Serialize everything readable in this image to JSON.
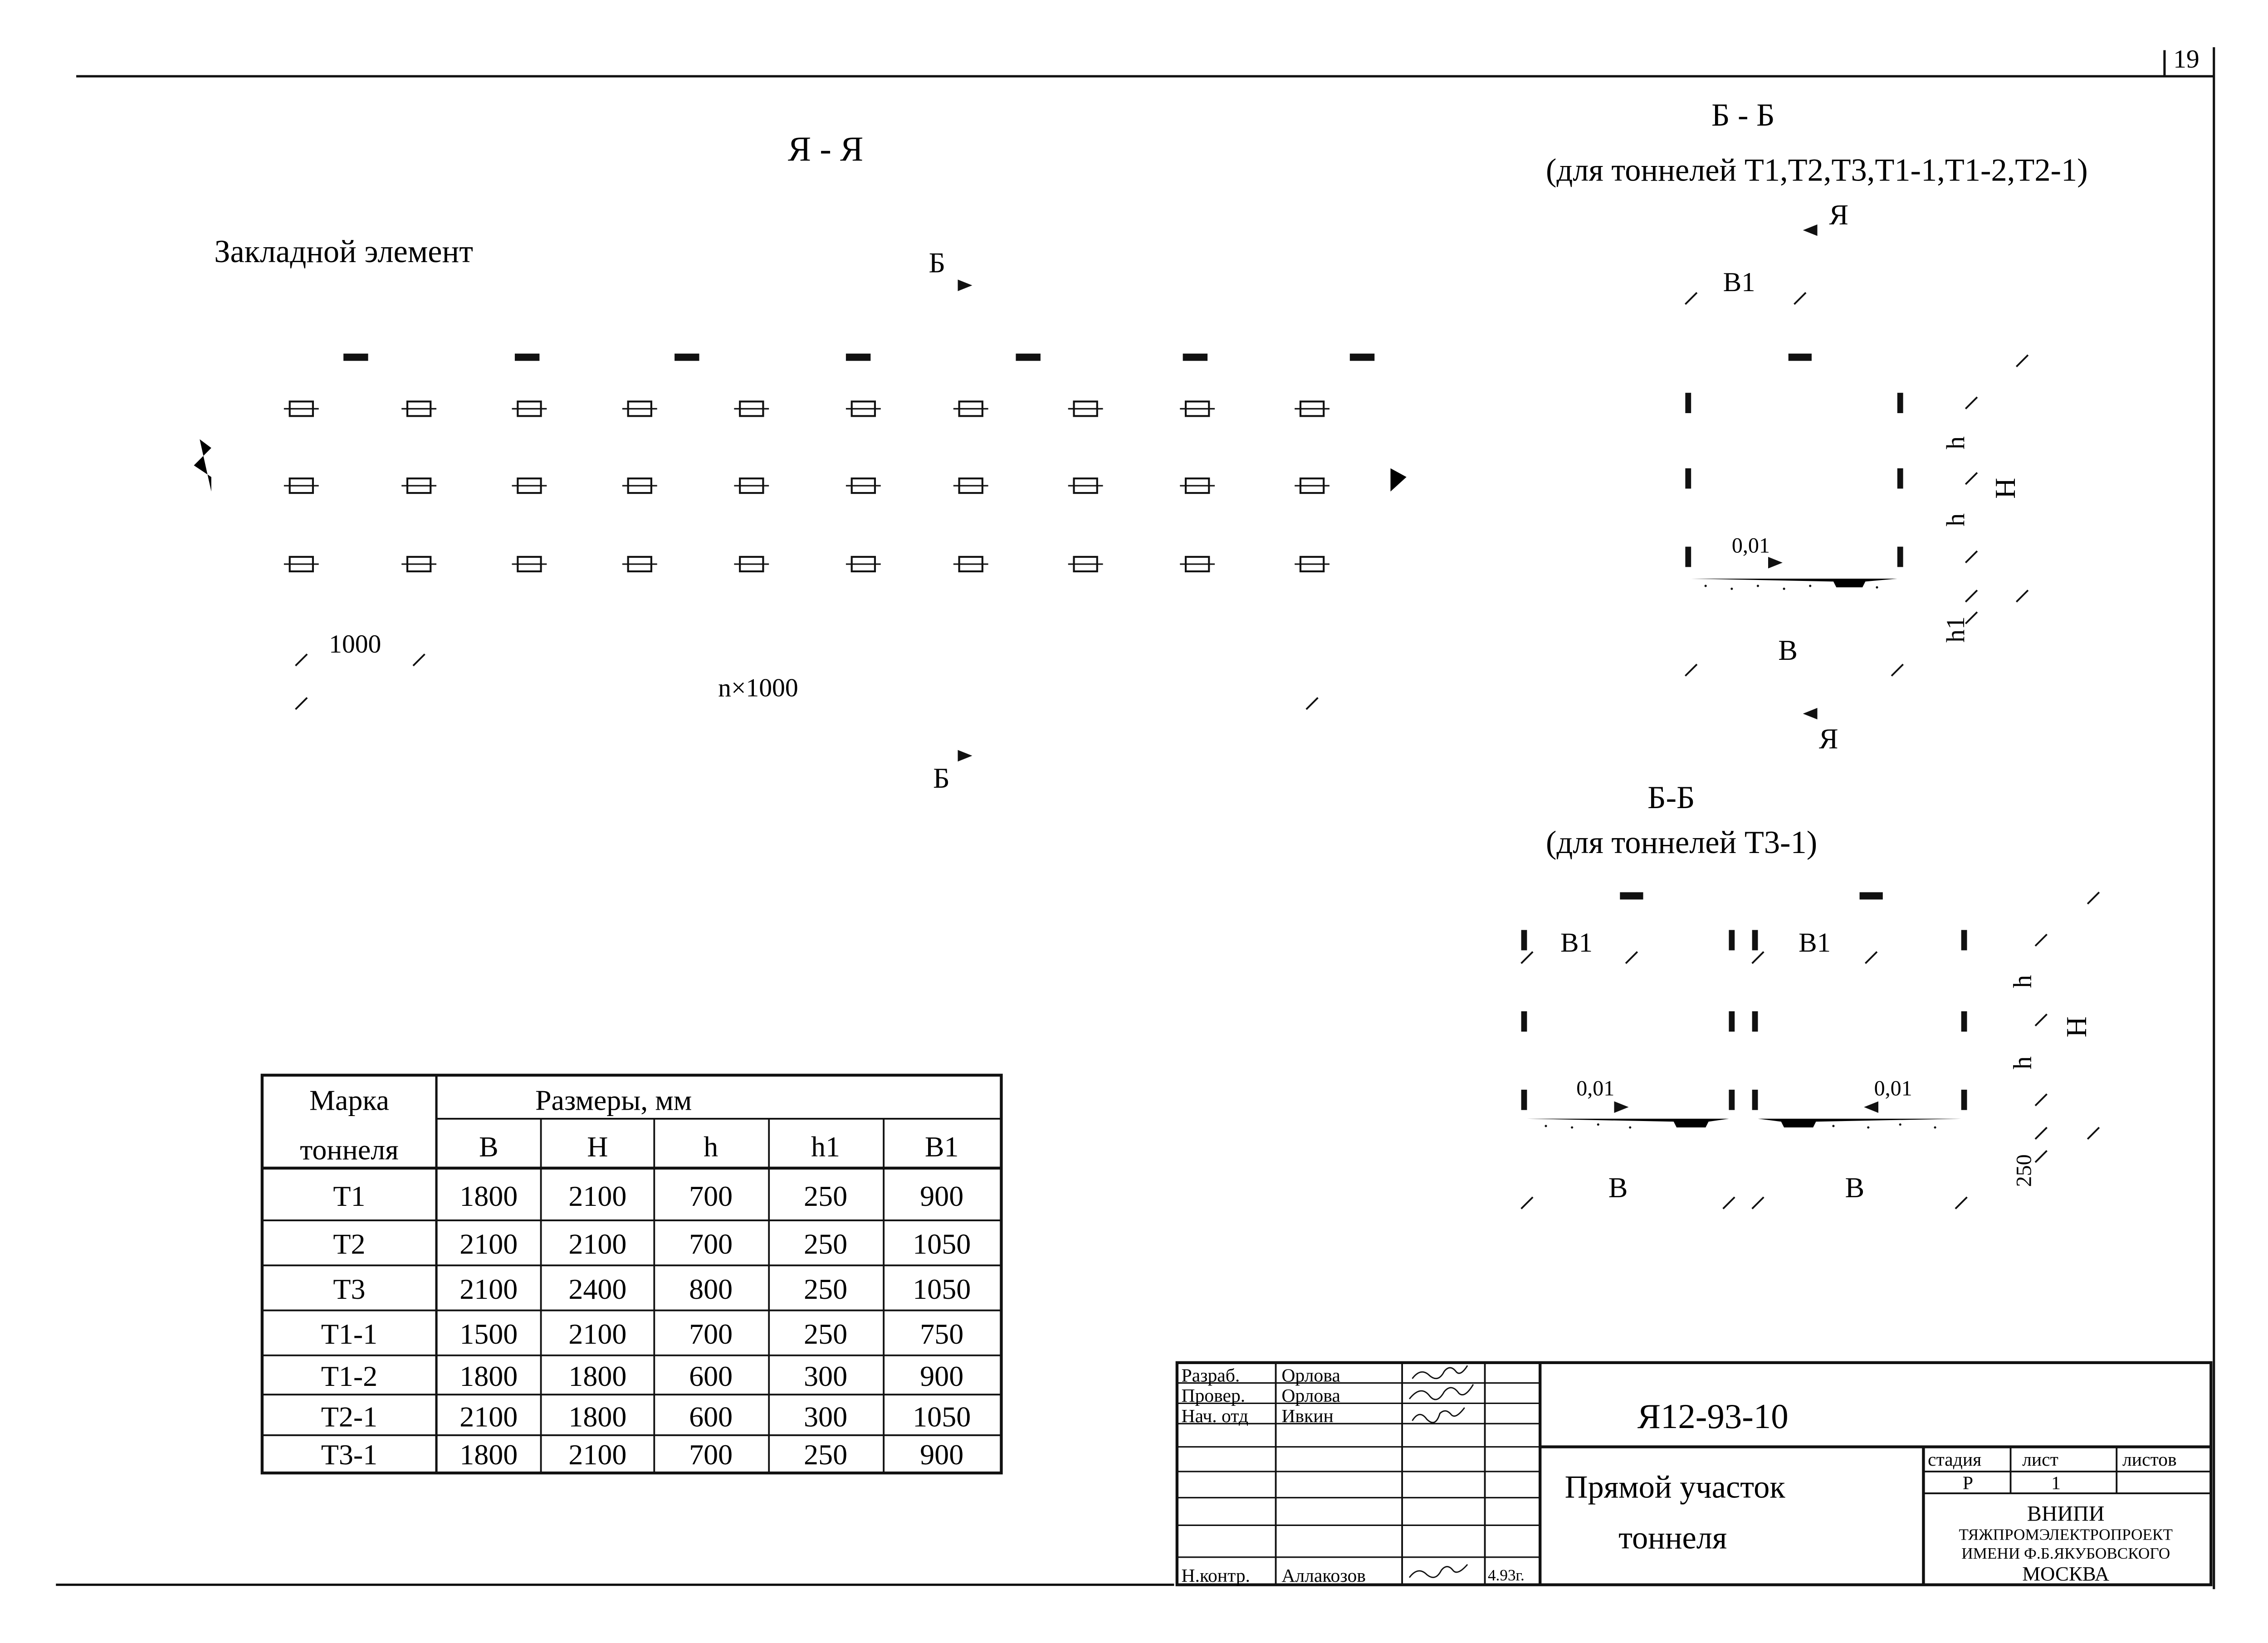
{
  "page": {
    "number": "19"
  },
  "section_aa": {
    "title": "Я - Я",
    "embedded_label": "Закладной элемент",
    "cut_top": "Б",
    "cut_bottom": "Б",
    "dim_step": "1000",
    "dim_total": "n×1000"
  },
  "section_bb1": {
    "title": "Б - Б",
    "subtitle": "(для тоннелей Т1,Т2,Т3,Т1-1,Т1-2,Т2-1)",
    "cut_mark": "Я",
    "dims": {
      "b1": "В1",
      "b": "В",
      "h": "h",
      "big_h": "Н",
      "h1": "h1"
    },
    "slope": "0,01"
  },
  "section_bb2": {
    "title": "Б-Б",
    "subtitle": "(для тоннелей Т3-1)",
    "dims": {
      "b1": "В1",
      "b": "В",
      "h": "h",
      "big_h": "Н",
      "h1_value": "250"
    },
    "slope": "0,01"
  },
  "table": {
    "col1_header_l1": "Марка",
    "col1_header_l2": "тоннеля",
    "group_header": "Размеры, мм",
    "columns": [
      "В",
      "Н",
      "h",
      "h1",
      "В1"
    ],
    "rows": [
      [
        "Т1",
        "1800",
        "2100",
        "700",
        "250",
        "900"
      ],
      [
        "Т2",
        "2100",
        "2100",
        "700",
        "250",
        "1050"
      ],
      [
        "Т3",
        "2100",
        "2400",
        "800",
        "250",
        "1050"
      ],
      [
        "Т1-1",
        "1500",
        "2100",
        "700",
        "250",
        "750"
      ],
      [
        "Т1-2",
        "1800",
        "1800",
        "600",
        "300",
        "900"
      ],
      [
        "Т2-1",
        "2100",
        "1800",
        "600",
        "300",
        "1050"
      ],
      [
        "Т3-1",
        "1800",
        "2100",
        "700",
        "250",
        "900"
      ]
    ]
  },
  "title_block": {
    "roles": [
      {
        "role": "Разраб.",
        "name": "Орлова"
      },
      {
        "role": "Провер.",
        "name": "Орлова"
      },
      {
        "role": "Нач. отд",
        "name": "Ивкин"
      },
      {
        "role": "Н.контр.",
        "name": "Аллакозов"
      }
    ],
    "date": "4.93г.",
    "code": "Я12-93-10",
    "name_l1": "Прямой участок",
    "name_l2": "тоннеля",
    "stage_label": "стадия",
    "sheet_label": "лист",
    "sheets_label": "листов",
    "stage": "Р",
    "sheet": "1",
    "org_l1": "ВНИПИ",
    "org_l2": "ТЯЖПРОМЭЛЕКТРОПРОЕКТ",
    "org_l3": "ИМЕНИ Ф.Б.ЯКУБОВСКОГО",
    "org_l4": "МОСКВА"
  }
}
